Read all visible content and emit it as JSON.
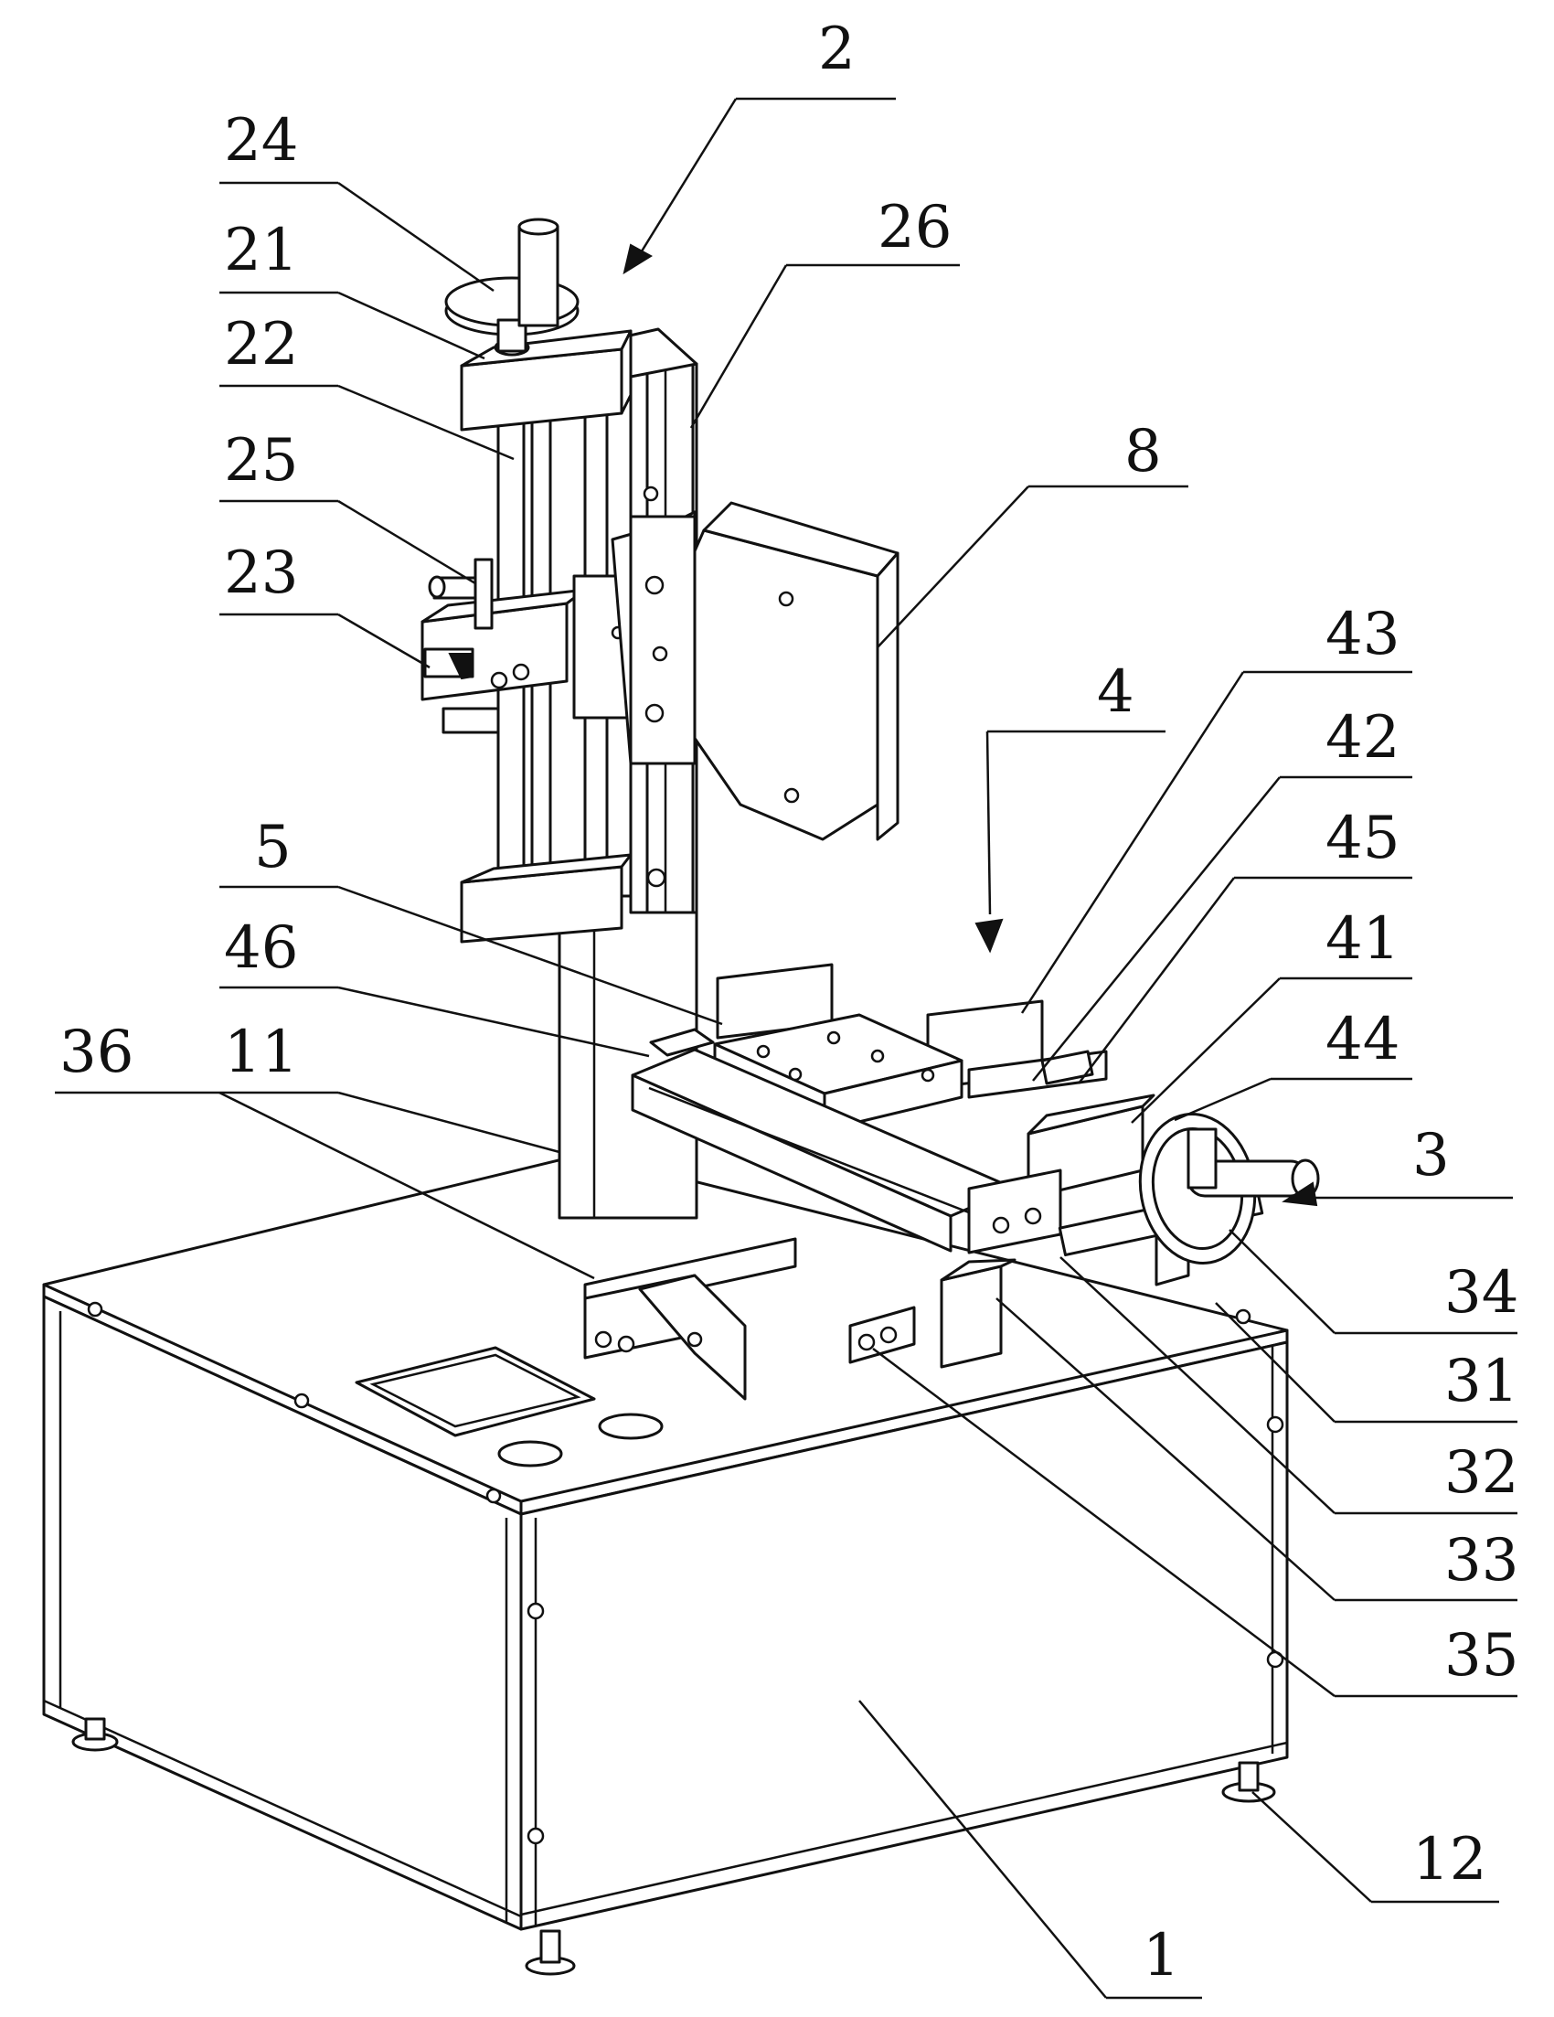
{
  "figure": {
    "labels": {
      "l2": "2",
      "l24": "24",
      "l21": "21",
      "l26": "26",
      "l22": "22",
      "l25": "25",
      "l8": "8",
      "l23": "23",
      "l43": "43",
      "l4": "4",
      "l42": "42",
      "l45": "45",
      "l5": "5",
      "l41": "41",
      "l46": "46",
      "l44": "44",
      "l36": "36",
      "l11": "11",
      "l3": "3",
      "l34": "34",
      "l31": "31",
      "l32": "32",
      "l33": "33",
      "l35": "35",
      "l12": "12",
      "l1": "1"
    }
  }
}
